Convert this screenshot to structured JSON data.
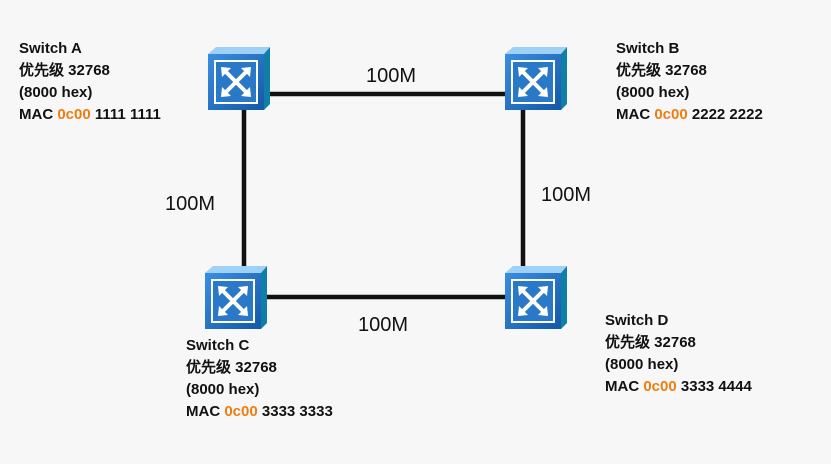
{
  "links": {
    "ab": {
      "speed": "100M"
    },
    "ac": {
      "speed": "100M"
    },
    "bd": {
      "speed": "100M"
    },
    "cd": {
      "speed": "100M"
    }
  },
  "switches": {
    "a": {
      "name": "Switch A",
      "priority": "优先级 32768",
      "hex": "(8000 hex)",
      "mac_label": "MAC",
      "mac_prefix": "0c00",
      "mac_rest": "1111 1111"
    },
    "b": {
      "name": "Switch B",
      "priority": "优先级 32768",
      "hex": "(8000 hex)",
      "mac_label": "MAC",
      "mac_prefix": "0c00",
      "mac_rest": "2222 2222"
    },
    "c": {
      "name": "Switch C",
      "priority": "优先级 32768",
      "hex": "(8000 hex)",
      "mac_label": "MAC",
      "mac_prefix": "0c00",
      "mac_rest": "3333 3333"
    },
    "d": {
      "name": "Switch D",
      "priority": "优先级 32768",
      "hex": "(8000 hex)",
      "mac_label": "MAC",
      "mac_prefix": "0c00",
      "mac_rest": "3333 4444"
    }
  },
  "colors": {
    "mac_highlight": "#ee7d12",
    "switch_body": "#1d6fbf",
    "link": "#111111"
  },
  "icon": "switch-icon"
}
